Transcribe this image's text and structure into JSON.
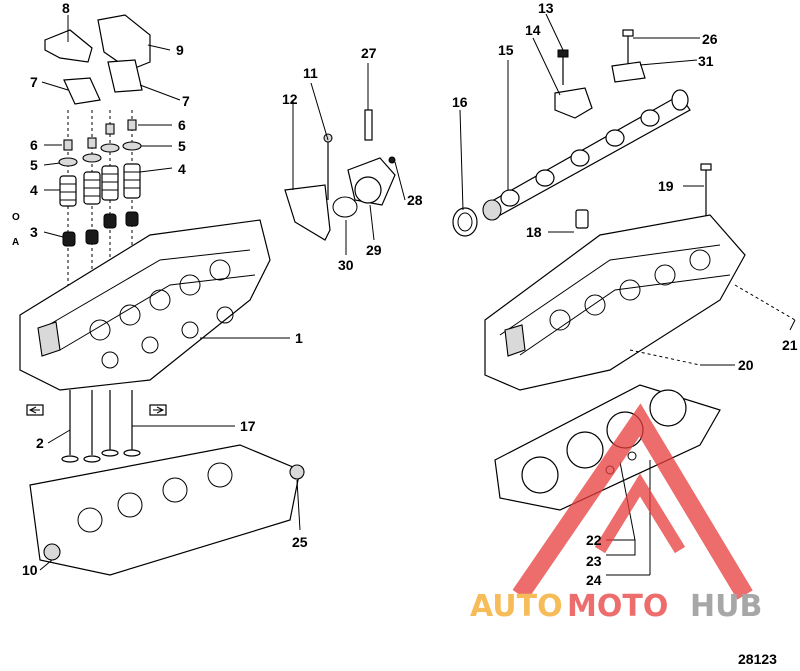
{
  "diagram": {
    "figure_number": "28123",
    "callouts": [
      {
        "id": "c8",
        "label": "8"
      },
      {
        "id": "c9",
        "label": "9"
      },
      {
        "id": "c7a",
        "label": "7"
      },
      {
        "id": "c7b",
        "label": "7"
      },
      {
        "id": "c6a",
        "label": "6"
      },
      {
        "id": "c6b",
        "label": "6"
      },
      {
        "id": "c5a",
        "label": "5"
      },
      {
        "id": "c5b",
        "label": "5"
      },
      {
        "id": "c4a",
        "label": "4"
      },
      {
        "id": "c4b",
        "label": "4"
      },
      {
        "id": "c3",
        "label": "3"
      },
      {
        "id": "c1",
        "label": "1"
      },
      {
        "id": "c2",
        "label": "2"
      },
      {
        "id": "c17",
        "label": "17"
      },
      {
        "id": "c10",
        "label": "10"
      },
      {
        "id": "c25",
        "label": "25"
      },
      {
        "id": "c11",
        "label": "11"
      },
      {
        "id": "c12",
        "label": "12"
      },
      {
        "id": "c27",
        "label": "27"
      },
      {
        "id": "c28",
        "label": "28"
      },
      {
        "id": "c29",
        "label": "29"
      },
      {
        "id": "c30",
        "label": "30"
      },
      {
        "id": "c13",
        "label": "13"
      },
      {
        "id": "c14",
        "label": "14"
      },
      {
        "id": "c15",
        "label": "15"
      },
      {
        "id": "c16",
        "label": "16"
      },
      {
        "id": "c26",
        "label": "26"
      },
      {
        "id": "c31",
        "label": "31"
      },
      {
        "id": "c19",
        "label": "19"
      },
      {
        "id": "c18",
        "label": "18"
      },
      {
        "id": "c21",
        "label": "21"
      },
      {
        "id": "c20",
        "label": "20"
      },
      {
        "id": "c22",
        "label": "22"
      },
      {
        "id": "c23",
        "label": "23"
      },
      {
        "id": "c24",
        "label": "24"
      }
    ],
    "side_marks": {
      "o": "O",
      "a": "A"
    }
  },
  "watermark": {
    "brand_part1": "AUTO",
    "brand_part2": "MOTO",
    "brand_part3": "HUB",
    "color_main": "#f5a623",
    "color_accent": "#e83c3c",
    "color_dark": "#8a8a8a"
  }
}
